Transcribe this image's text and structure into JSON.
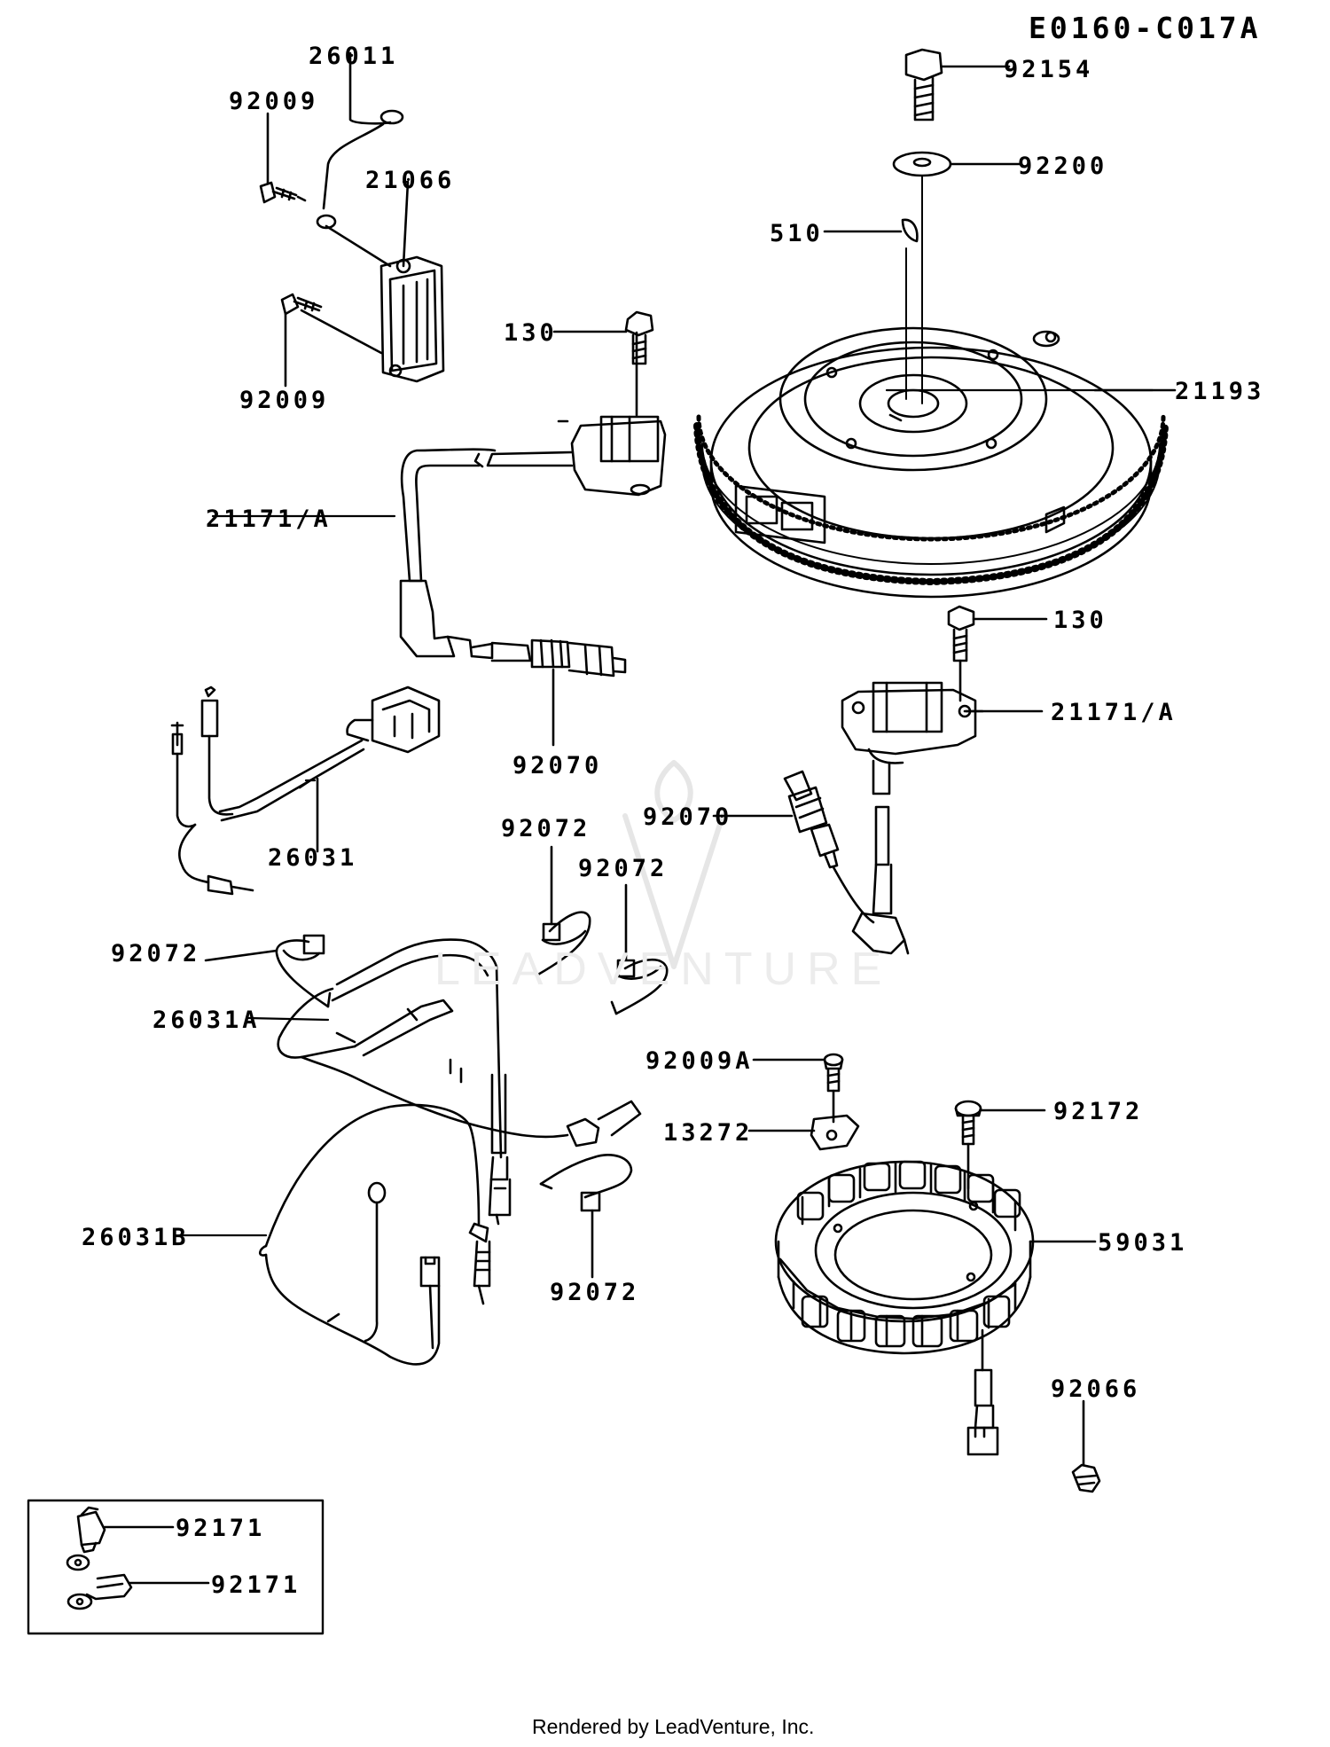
{
  "diagram": {
    "code": "E0160-C017A",
    "footer": "Rendered by LeadVenture, Inc.",
    "watermark": "LEADVENTURE",
    "labels": {
      "l_26011": "26011",
      "l_92009_a": "92009",
      "l_21066": "21066",
      "l_92009_b": "92009",
      "l_130_a": "130",
      "l_21171A_a": "21171/A",
      "l_92070_a": "92070",
      "l_26031": "26031",
      "l_92072_a": "92072",
      "l_92072_b": "92072",
      "l_92072_c": "92072",
      "l_26031A": "26031A",
      "l_26031B": "26031B",
      "l_92072_d": "92072",
      "l_92154": "92154",
      "l_92200": "92200",
      "l_510": "510",
      "l_21193": "21193",
      "l_130_b": "130",
      "l_21171A_b": "21171/A",
      "l_92070_b": "92070",
      "l_92009A": "92009A",
      "l_13272": "13272",
      "l_92172": "92172",
      "l_59031": "59031",
      "l_92066": "92066",
      "l_92171_a": "92171",
      "l_92171_b": "92171"
    }
  }
}
